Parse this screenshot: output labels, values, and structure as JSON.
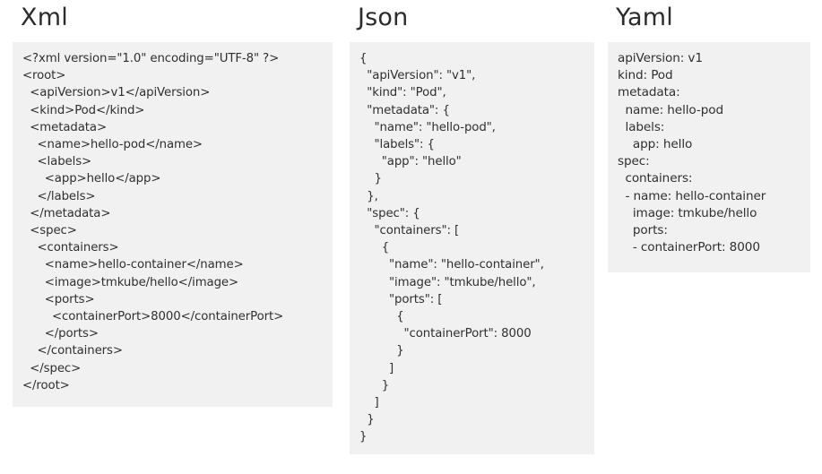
{
  "theme": {
    "page_background": "#ffffff",
    "panel_background": "#f1f1f1",
    "text_color": "#2f2f2f",
    "heading_color": "#2b2b2b"
  },
  "columns": [
    {
      "id": "xml",
      "heading": "Xml",
      "code": "<?xml version=\"1.0\" encoding=\"UTF-8\" ?>\n<root>\n  <apiVersion>v1</apiVersion>\n  <kind>Pod</kind>\n  <metadata>\n    <name>hello-pod</name>\n    <labels>\n      <app>hello</app>\n    </labels>\n  </metadata>\n  <spec>\n    <containers>\n      <name>hello-container</name>\n      <image>tmkube/hello</image>\n      <ports>\n        <containerPort>8000</containerPort>\n      </ports>\n    </containers>\n  </spec>\n</root>"
    },
    {
      "id": "json",
      "heading": "Json",
      "code": "{\n  \"apiVersion\": \"v1\",\n  \"kind\": \"Pod\",\n  \"metadata\": {\n    \"name\": \"hello-pod\",\n    \"labels\": {\n      \"app\": \"hello\"\n    }\n  },\n  \"spec\": {\n    \"containers\": [\n      {\n        \"name\": \"hello-container\",\n        \"image\": \"tmkube/hello\",\n        \"ports\": [\n          {\n            \"containerPort\": 8000\n          }\n        ]\n      }\n    ]\n  }\n}"
    },
    {
      "id": "yaml",
      "heading": "Yaml",
      "code": "apiVersion: v1\nkind: Pod\nmetadata:\n  name: hello-pod\n  labels:\n    app: hello\nspec:\n  containers:\n  - name: hello-container\n    image: tmkube/hello\n    ports:\n    - containerPort: 8000"
    }
  ]
}
